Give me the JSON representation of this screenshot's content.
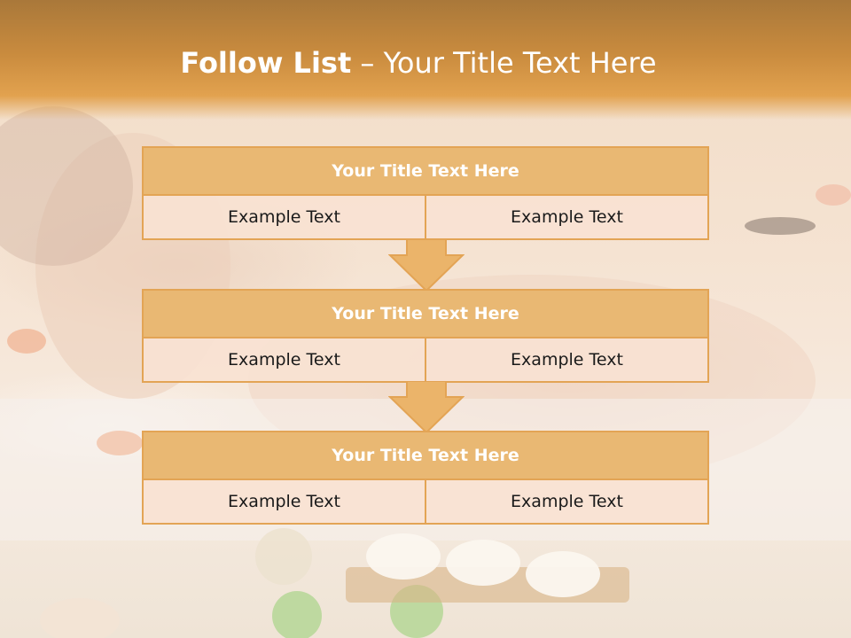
{
  "slide": {
    "title_bold": "Follow List",
    "title_rest": " – Your Title Text Here",
    "steps": [
      {
        "title": "Your Title Text Here",
        "left": "Example Text",
        "right": "Example Text"
      },
      {
        "title": "Your Title Text Here",
        "left": "Example Text",
        "right": "Example Text"
      },
      {
        "title": "Your Title Text Here",
        "left": "Example Text",
        "right": "Example Text"
      }
    ]
  },
  "colors": {
    "header": "#c98b3e",
    "box_title": "#e9b873",
    "border": "#e3a455",
    "cell_bg": "#f8e2d2",
    "arrow_fill": "#ebb46a"
  }
}
